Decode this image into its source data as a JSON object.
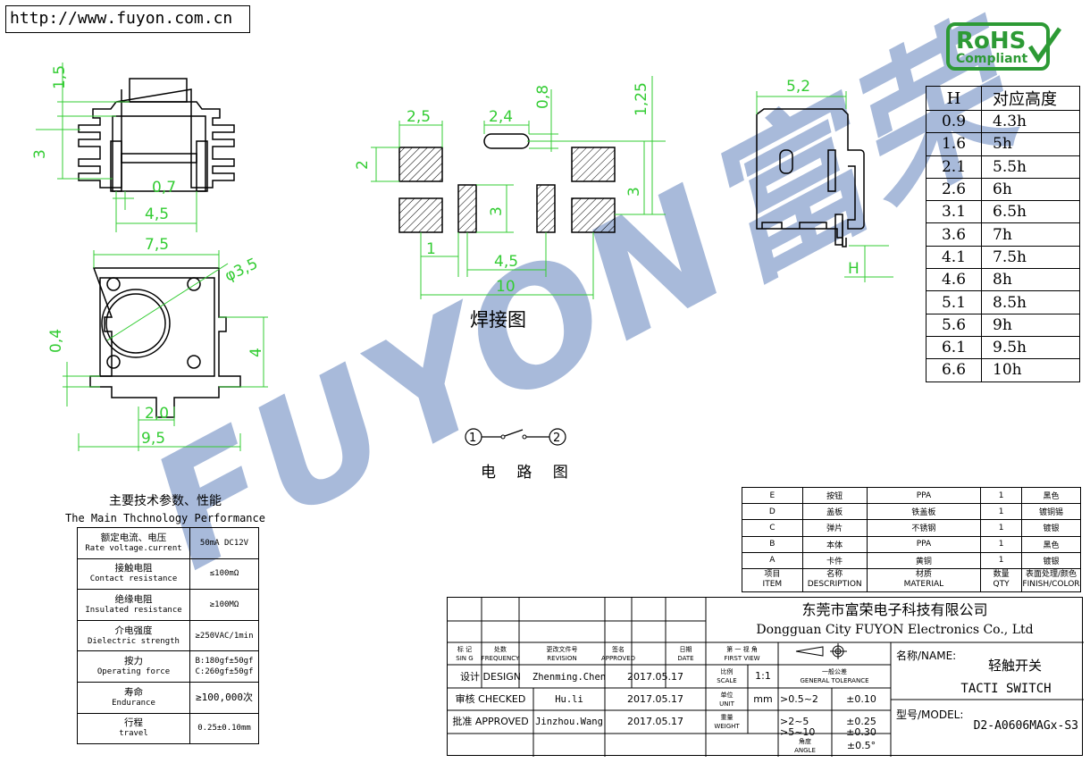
{
  "header": {
    "url": "http://www.fuyon.com.cn"
  },
  "badge": {
    "line1": "RoHS",
    "line2": "Compliant"
  },
  "watermark": {
    "text": "FUYON富荣"
  },
  "front_view": {
    "dim_top": "1,5",
    "dim_height": "3",
    "dim_pin_width": "0,7",
    "dim_pin_span": "4,5"
  },
  "top_view": {
    "dim_width": "7,5",
    "dim_diameter": "φ3,5",
    "dim_tab": "0,4",
    "dim_side": "4",
    "dim_bottom": "2,0",
    "dim_total": "9,5"
  },
  "solder_pattern": {
    "dim_pad_w": "2,5",
    "dim_pad_h": "2",
    "dim_slot_w": "2,4",
    "dim_slot_h": "0,8",
    "dim_right_h": "1,25",
    "dim_right_3": "3",
    "dim_mid_3": "3",
    "dim_1": "1",
    "dim_45": "4,5",
    "dim_10": "10",
    "label": "焊接图"
  },
  "side_view": {
    "dim_width": "5,2",
    "dim_h": "H"
  },
  "circuit": {
    "pin1": "1",
    "pin2": "2",
    "label": "电 路 图"
  },
  "height_chart": {
    "header": [
      "H",
      "对应高度"
    ],
    "rows": [
      [
        "0.9",
        "4.3h"
      ],
      [
        "1.6",
        "5h"
      ],
      [
        "2.1",
        "5.5h"
      ],
      [
        "2.6",
        "6h"
      ],
      [
        "3.1",
        "6.5h"
      ],
      [
        "3.6",
        "7h"
      ],
      [
        "4.1",
        "7.5h"
      ],
      [
        "4.6",
        "8h"
      ],
      [
        "5.1",
        "8.5h"
      ],
      [
        "5.6",
        "9h"
      ],
      [
        "6.1",
        "9.5h"
      ],
      [
        "6.6",
        "10h"
      ]
    ]
  },
  "spec": {
    "title_cn": "主要技术参数、性能",
    "title_en": "The Main Thchnology Performance",
    "rows": [
      {
        "cn": "额定电流、电压",
        "en": "Rate voltage.current",
        "value": "50mA DC12V"
      },
      {
        "cn": "接触电阻",
        "en": "Contact resistance",
        "value": "≤100mΩ"
      },
      {
        "cn": "绝缘电阻",
        "en": "Insulated resistance",
        "value": "≥100MΩ"
      },
      {
        "cn": "介电强度",
        "en": "Dielectric strength",
        "value": "≥250VAC/1min"
      },
      {
        "cn": "按力",
        "en": "Operating force",
        "value": "B:180gf±50gf",
        "value2": "C:260gf±50gf"
      },
      {
        "cn": "寿命",
        "en": "Endurance",
        "value": "≥100,000次"
      },
      {
        "cn": "行程",
        "en": "travel",
        "value": "0.25±0.10mm"
      }
    ]
  },
  "parts": {
    "rows": [
      [
        "E",
        "按钮",
        "PPA",
        "1",
        "黑色"
      ],
      [
        "D",
        "盖板",
        "铁盖板",
        "1",
        "镀铜锡"
      ],
      [
        "C",
        "弹片",
        "不锈钢",
        "1",
        "镀银"
      ],
      [
        "B",
        "本体",
        "PPA",
        "1",
        "黑色"
      ],
      [
        "A",
        "卡件",
        "黄铜",
        "1",
        "镀银"
      ]
    ],
    "header": [
      [
        "项目",
        "ITEM"
      ],
      [
        "名称",
        "DESCRIPTION"
      ],
      [
        "材质",
        "MATERIAL"
      ],
      [
        "数量",
        "QTY"
      ],
      [
        "表面处理/颜色",
        "FINISH/COLOR"
      ]
    ]
  },
  "title_block": {
    "company_cn": "东莞市富荣电子科技有限公司",
    "company_en": "Dongguan City FUYON Electronics Co., Ltd",
    "first_view_cn": "第 一 视 角",
    "first_view_en": "FIRST VIEW",
    "col_sign_cn": "标 记",
    "col_sign_en": "SIN G",
    "col_freq_cn": "处数",
    "col_freq_en": "FREQUENCY",
    "col_rev_cn": "更改文件号",
    "col_rev_en": "REVISION",
    "col_appr_cn": "签名",
    "col_appr_en": "APPROVED",
    "col_date_cn": "日期",
    "col_date_en": "DATE",
    "scale_cn": "比例",
    "scale_en": "SCALE",
    "scale_val": "1:1",
    "tol_cn": "一般公差",
    "tol_en": "GENERAL TOLERANCE",
    "unit_cn": "单位",
    "unit_en": "UNIT",
    "unit_val": "mm",
    "weight_cn": "重量",
    "weight_en": "WEIGHT",
    "angle_cn": "角度",
    "angle_en": "ANGLE",
    "tolerances": [
      [
        ">0.5~2",
        "±0.10"
      ],
      [
        ">2~5",
        "±0.25"
      ],
      [
        ">5~10",
        "±0.30"
      ]
    ],
    "angle_tol": "±0.5°",
    "design_label": "设计 DESIGN",
    "design_name": "Zhenming.Chen",
    "design_date": "2017.05.17",
    "check_label": "审核 CHECKED",
    "check_name": "Hu.li",
    "check_date": "2017.05.17",
    "approve_label": "批准 APPROVED",
    "approve_name": "Jinzhou.Wang",
    "approve_date": "2017.05.17",
    "name_label": "名称/NAME:",
    "name_cn": "轻触开关",
    "name_en": "TACTI  SWITCH",
    "model_label": "型号/MODEL:",
    "model_value": "D2-A0606MAGx-S3"
  },
  "colors": {
    "dimension": "#33cc33",
    "watermark": "#2f5aa8",
    "badge": "#2d9a35"
  }
}
